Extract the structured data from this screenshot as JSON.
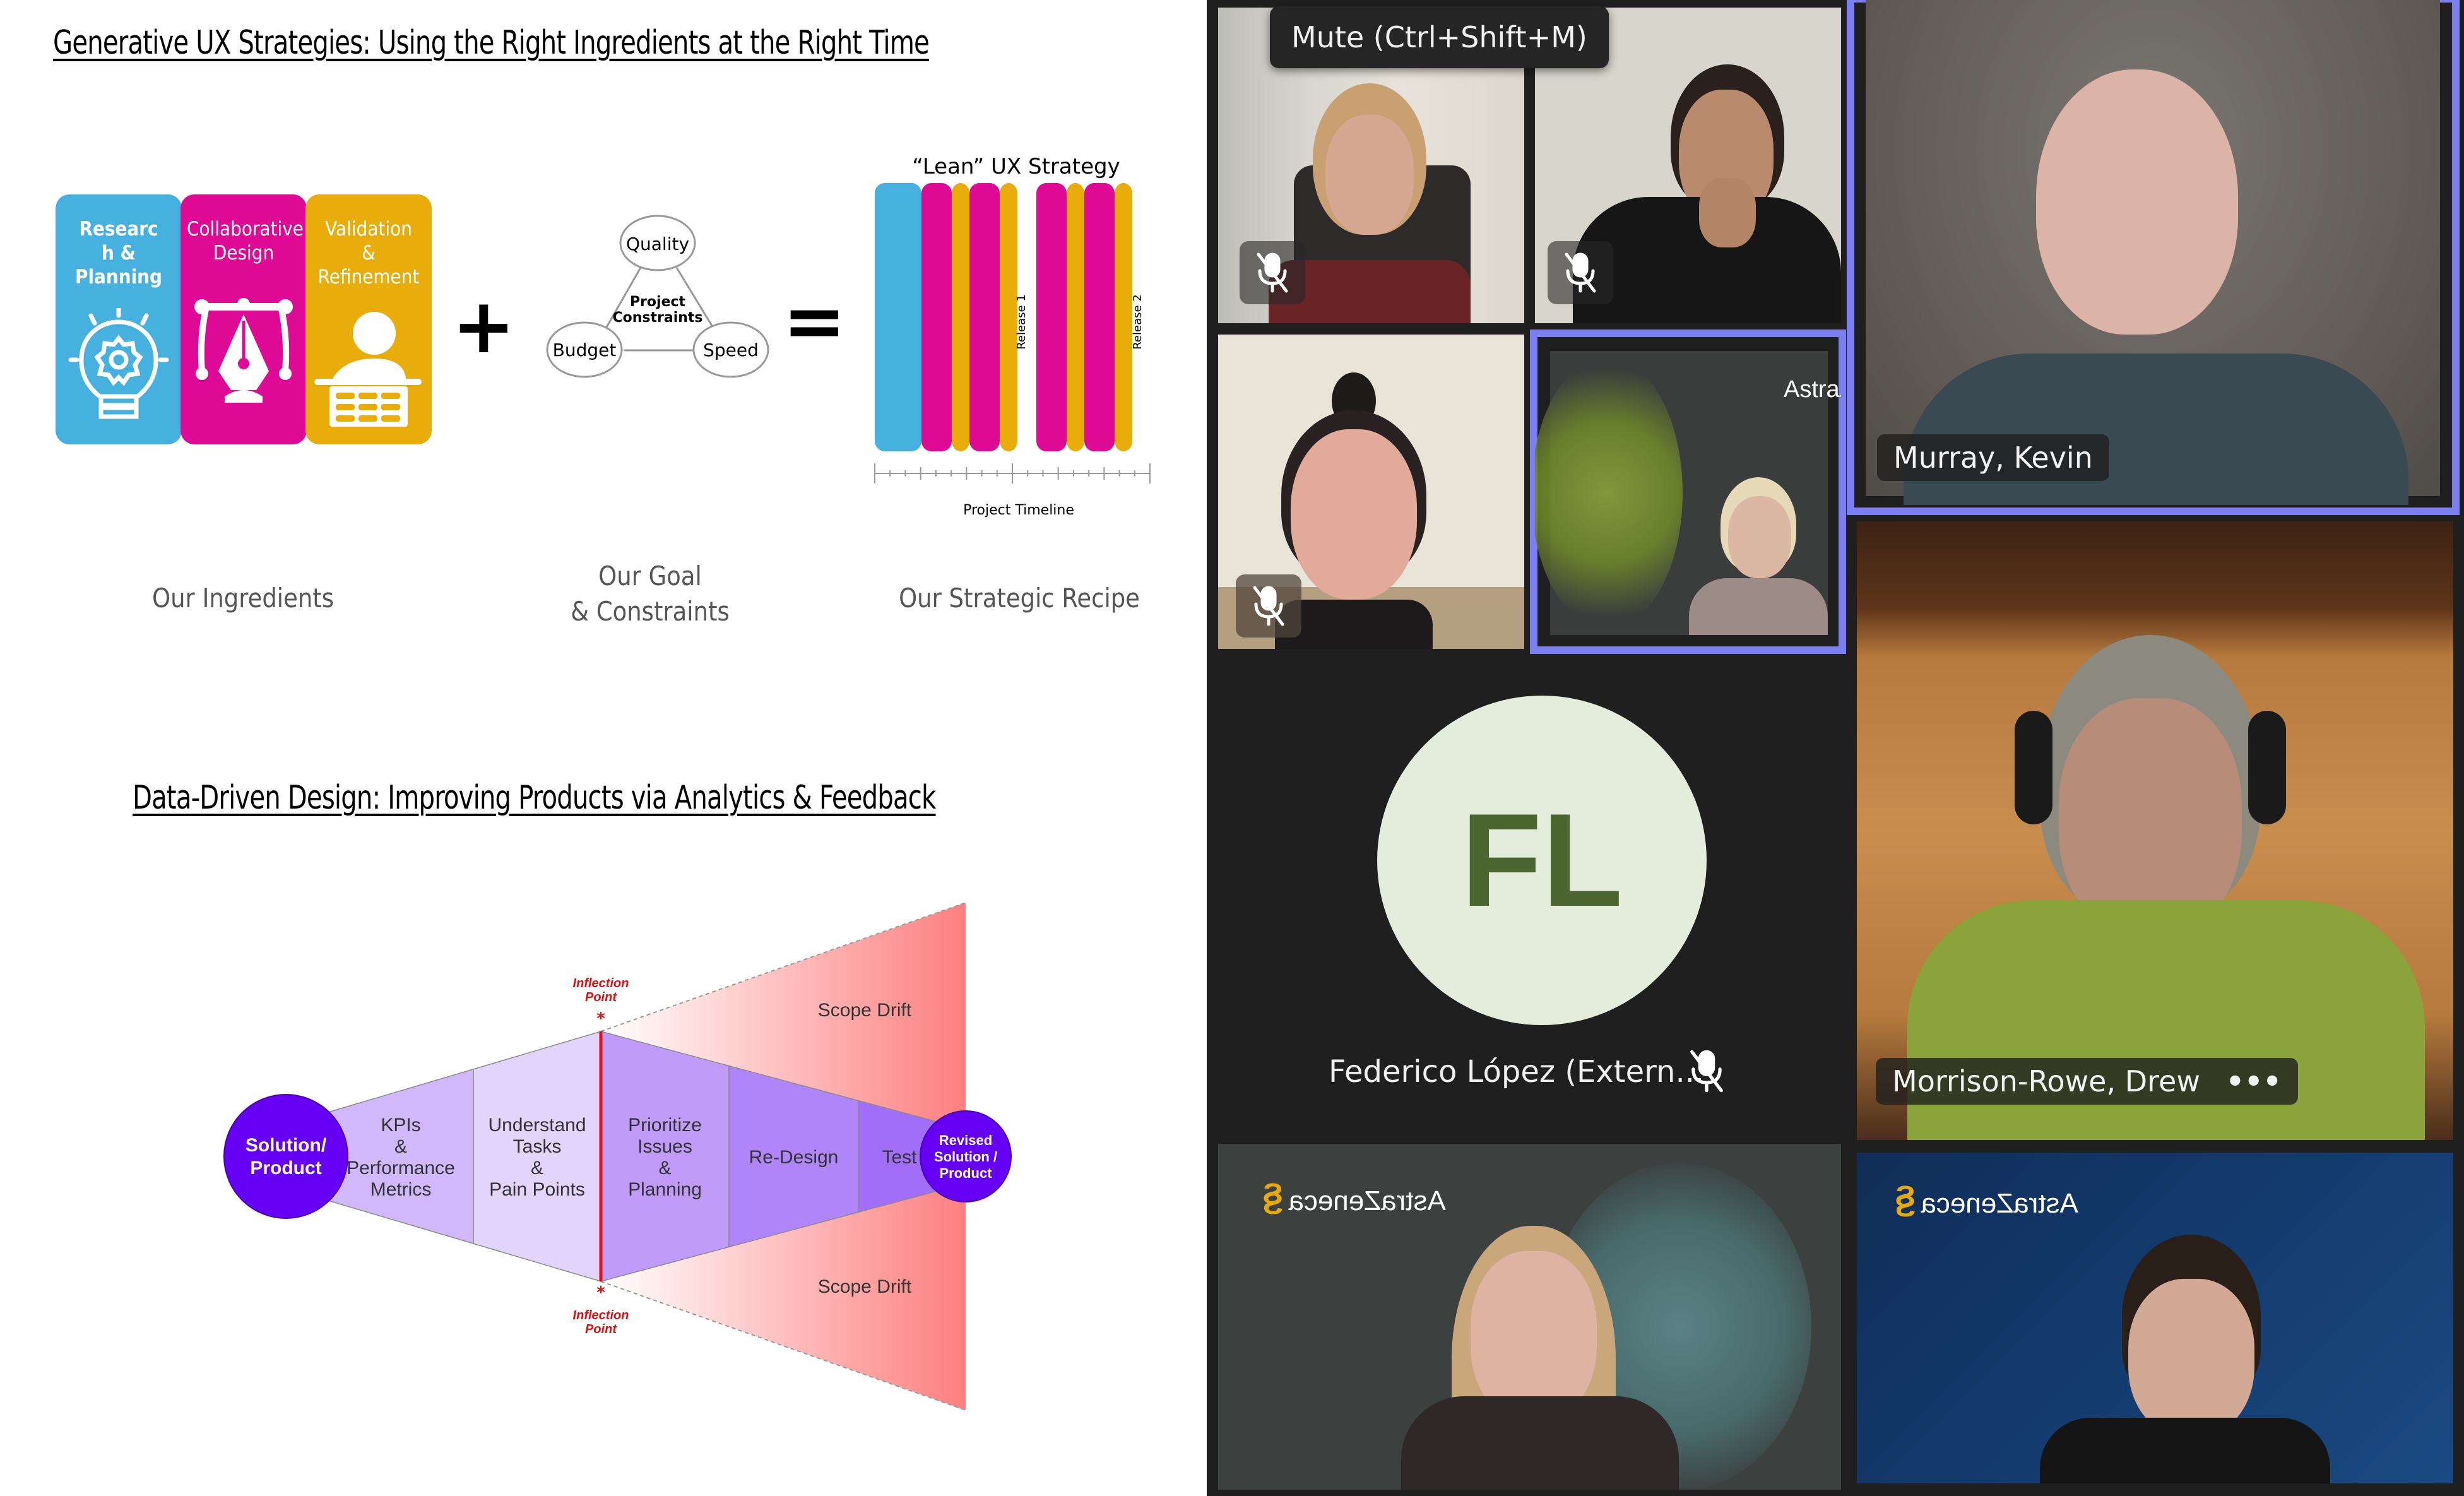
{
  "slide": {
    "section1_title": "Generative UX Strategies: Using the Right Ingredients at the Right Time",
    "ingredients": [
      {
        "label": "Researc h & Planning",
        "lines": [
          "Researc",
          "h &",
          "Planning"
        ],
        "color": "#46b1df",
        "icon": "lightbulb-gear-icon"
      },
      {
        "label": "Collaborative Design",
        "lines": [
          "Collaborative",
          "Design"
        ],
        "color": "#de0a96",
        "icon": "pen-tool-icon"
      },
      {
        "label": "Validation & Refinement",
        "lines": [
          "Validation",
          "&",
          "Refinement"
        ],
        "color": "#e8ad0a",
        "icon": "user-checklist-icon"
      }
    ],
    "plus_symbol": "+",
    "equals_symbol": "=",
    "constraints": {
      "nodes": [
        "Quality",
        "Budget",
        "Speed"
      ],
      "center_lines": [
        "Project",
        "Constraints"
      ]
    },
    "lean": {
      "title": "“Lean” UX Strategy",
      "release_labels": [
        "Release 1",
        "Release 2"
      ],
      "axis_label": "Project Timeline",
      "bars": [
        {
          "phase": "research",
          "color": "#46b1df"
        },
        {
          "phase": "design",
          "color": "#de0a96"
        },
        {
          "phase": "validation",
          "color": "#e8ad0a"
        },
        {
          "phase": "design",
          "color": "#de0a96"
        },
        {
          "phase": "validation",
          "color": "#e8ad0a"
        },
        {
          "phase": "gap",
          "color": "none"
        },
        {
          "phase": "design",
          "color": "#de0a96"
        },
        {
          "phase": "validation",
          "color": "#e8ad0a"
        },
        {
          "phase": "design",
          "color": "#de0a96"
        },
        {
          "phase": "validation",
          "color": "#e8ad0a"
        }
      ]
    },
    "captions": {
      "ingredients": "Our Ingredients",
      "goal_line1": "Our Goal",
      "goal_line2": "& Constraints",
      "recipe": "Our Strategic Recipe"
    },
    "section2_title": "Data-Driven Design: Improving Products via Analytics & Feedback",
    "funnel": {
      "start_lines": [
        "Solution/",
        "Product"
      ],
      "end_lines": [
        "Revised",
        "Solution /",
        "Product"
      ],
      "stages": [
        {
          "lines": [
            "KPIs",
            "&",
            "Performance",
            "Metrics"
          ],
          "color": "#d0b8fb"
        },
        {
          "lines": [
            "Understand",
            "Tasks",
            "&",
            "Pain Points"
          ],
          "color": "#e3d4fc"
        },
        {
          "lines": [
            "Prioritize",
            "Issues",
            "&",
            "Planning"
          ],
          "color": "#c19bfa"
        },
        {
          "lines": [
            "Re-Design"
          ],
          "color": "#b085f9"
        },
        {
          "lines": [
            "Test"
          ],
          "color": "#a06ef8"
        }
      ],
      "inflection_lines": [
        "Inflection",
        "Point"
      ],
      "scope_drift": "Scope Drift",
      "node_color": "#6500f5",
      "inflection_color": "#e01010"
    }
  },
  "call": {
    "tooltip": "Mute (Ctrl+Shift+M)",
    "participants": [
      {
        "id": "p1",
        "muted": true,
        "name": ""
      },
      {
        "id": "p2",
        "muted": true,
        "name": ""
      },
      {
        "id": "p3",
        "muted": true,
        "name": ""
      },
      {
        "id": "p4",
        "muted": false,
        "name": "",
        "speaking": true,
        "background_text": "AstraZ"
      },
      {
        "id": "kevin",
        "name": "Murray, Kevin",
        "speaking": true
      },
      {
        "id": "federico",
        "name": "Federico López (Extern...",
        "initials": "FL",
        "muted": true,
        "avatar_bg": "#e4ecdc",
        "avatar_fg": "#4d6530"
      },
      {
        "id": "drew",
        "name": "Morrison-Rowe, Drew",
        "more_label": "•••"
      },
      {
        "id": "az1",
        "background_text": "AstraZeneca"
      },
      {
        "id": "az2",
        "background_text": "AstraZeneca"
      }
    ],
    "highlight_color": "#7b7ff0"
  }
}
